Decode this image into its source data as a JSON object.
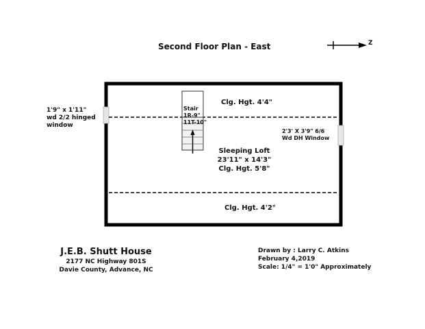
{
  "header": {
    "title": "Second Floor Plan - East",
    "north_label": "Z"
  },
  "plan": {
    "left_window": {
      "line1": "1'9\" x 1'11\"",
      "line2": "wd 2/2 hinged",
      "line3": "window"
    },
    "right_window": {
      "line1": "2'3' X 3'9\" 6/6",
      "line2": "Wd DH Window"
    },
    "stair": {
      "line1": "Stair",
      "line2": "1R-9\"",
      "line3": "11T-10\""
    },
    "ceiling_top": "Clg. Hgt. 4'4\"",
    "room": {
      "name": "Sleeping Loft",
      "dimensions": "23'11\" x 14'3\"",
      "ceiling": "Clg. Hgt. 5'8\""
    },
    "ceiling_bottom": "Clg. Hgt. 4'2\""
  },
  "footer": {
    "house_name": "J.E.B. Shutt House",
    "address": "2177 NC Highway  801S",
    "location": "Davie County, Advance, NC",
    "drawn_by": "Drawn by : Larry C.  Atkins",
    "date": "February 4,2019",
    "scale": "Scale: 1/4\" = 1'0\" Approximately"
  },
  "colors": {
    "wall": "#000000",
    "window_fill": "#e6e6e6",
    "stair_fill": "#f2f2f2"
  }
}
